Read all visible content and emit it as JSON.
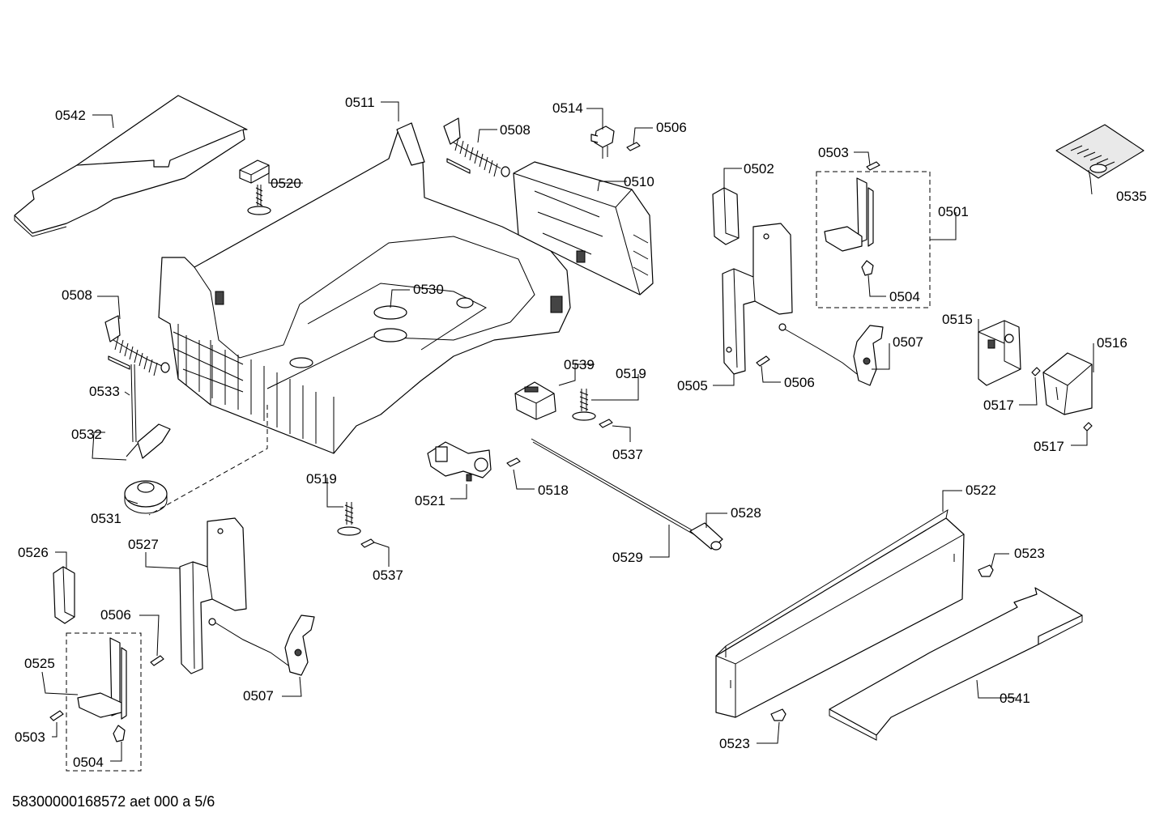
{
  "labels": {
    "p0542": "0542",
    "p0511": "0511",
    "p0514": "0514",
    "p0506_top": "0506",
    "p0508_top": "0508",
    "p0520": "0520",
    "p0510": "0510",
    "p0502": "0502",
    "p0503_top": "0503",
    "p0501": "0501",
    "p0535": "0535",
    "p0504_top": "0504",
    "p0508_left": "0508",
    "p0530": "0530",
    "p0515": "0515",
    "p0516": "0516",
    "p0507_right": "0507",
    "p0505": "0505",
    "p0506_mid": "0506",
    "p0517_a": "0517",
    "p0517_b": "0517",
    "p0539": "0539",
    "p0519_mid": "0519",
    "p0537_mid": "0537",
    "p0533": "0533",
    "p0532": "0532",
    "p0521": "0521",
    "p0518": "0518",
    "p0519_left": "0519",
    "p0531": "0531",
    "p0528": "0528",
    "p0522": "0522",
    "p0529": "0529",
    "p0526": "0526",
    "p0527": "0527",
    "p0537_left": "0537",
    "p0523_top": "0523",
    "p0506_bottom": "0506",
    "p0525": "0525",
    "p0507_left": "0507",
    "p0541": "0541",
    "p0503_bottom": "0503",
    "p0504_bottom": "0504",
    "p0523_bottom": "0523"
  },
  "footer": {
    "doc_ref": "58300000168572 aet 000 a 5/6"
  }
}
